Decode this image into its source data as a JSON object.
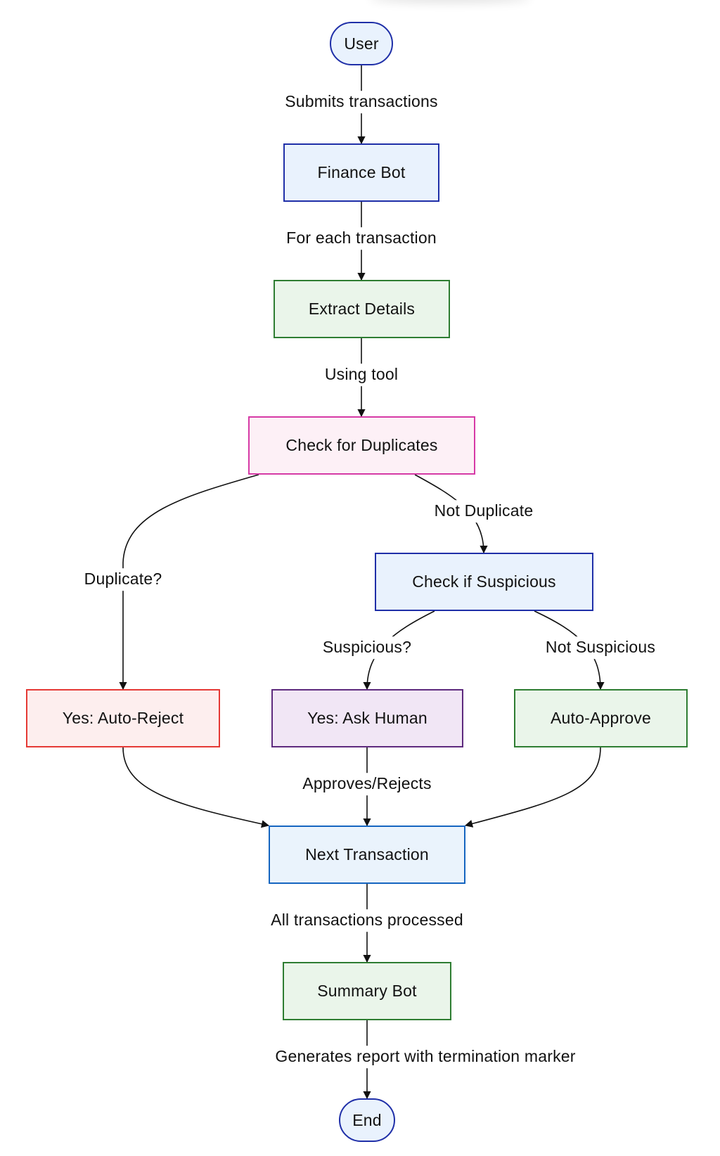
{
  "nodes": {
    "user": {
      "label": "User"
    },
    "finance_bot": {
      "label": "Finance Bot"
    },
    "extract_details": {
      "label": "Extract Details"
    },
    "check_duplicates": {
      "label": "Check for Duplicates"
    },
    "check_suspicious": {
      "label": "Check if Suspicious"
    },
    "auto_reject": {
      "label": "Yes: Auto-Reject"
    },
    "ask_human": {
      "label": "Yes: Ask Human"
    },
    "auto_approve": {
      "label": "Auto-Approve"
    },
    "next_transaction": {
      "label": "Next Transaction"
    },
    "summary_bot": {
      "label": "Summary Bot"
    },
    "end": {
      "label": "End"
    }
  },
  "edges": {
    "user_to_finance": "Submits transactions",
    "finance_to_extract": "For each transaction",
    "extract_to_check": "Using tool",
    "check_to_reject": "Duplicate?",
    "check_to_suspicious": "Not Duplicate",
    "suspicious_to_human": "Suspicious?",
    "suspicious_to_approve": "Not Suspicious",
    "human_to_next": "Approves/Rejects",
    "next_to_summary": "All transactions processed",
    "summary_to_end": "Generates report with termination marker"
  },
  "colors": {
    "blue_border": "#1f2fa8",
    "blue_fill": "#e9f2fd",
    "green_border": "#2e7d32",
    "green_fill": "#eaf5ea",
    "pink_border": "#d63aa6",
    "pink_fill": "#fdf0f6",
    "red_border": "#e53935",
    "red_fill": "#fdeeee",
    "purple_border": "#5e2a7e",
    "purple_fill": "#f1e6f5",
    "mid_blue_border": "#1565c0",
    "mid_blue_fill": "#eaf3fc",
    "edge": "#111111"
  }
}
